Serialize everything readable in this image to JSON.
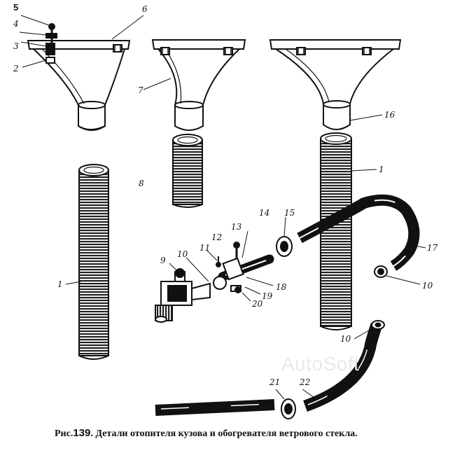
{
  "caption": {
    "prefix": "Рис.",
    "figure_number": "139",
    "text": ". Детали отопителя кузова и обогревателя ветрового стекла."
  },
  "watermark": "AutoSoft",
  "callouts": {
    "n5": "5",
    "n4": "4",
    "n3": "3",
    "n2": "2",
    "n6": "6",
    "n7": "7",
    "n16": "16",
    "n8": "8",
    "n1a": "1",
    "n1b": "1",
    "n14": "14",
    "n15": "15",
    "n17": "17",
    "n13": "13",
    "n12": "12",
    "n11": "11",
    "n10a": "10",
    "n9": "9",
    "n18": "18",
    "n19": "19",
    "n20": "20",
    "n10b": "10",
    "n10c": "10",
    "n21": "21",
    "n22": "22"
  },
  "colors": {
    "ink": "#111111",
    "background": "#ffffff",
    "watermark": "#e9e9e9"
  }
}
